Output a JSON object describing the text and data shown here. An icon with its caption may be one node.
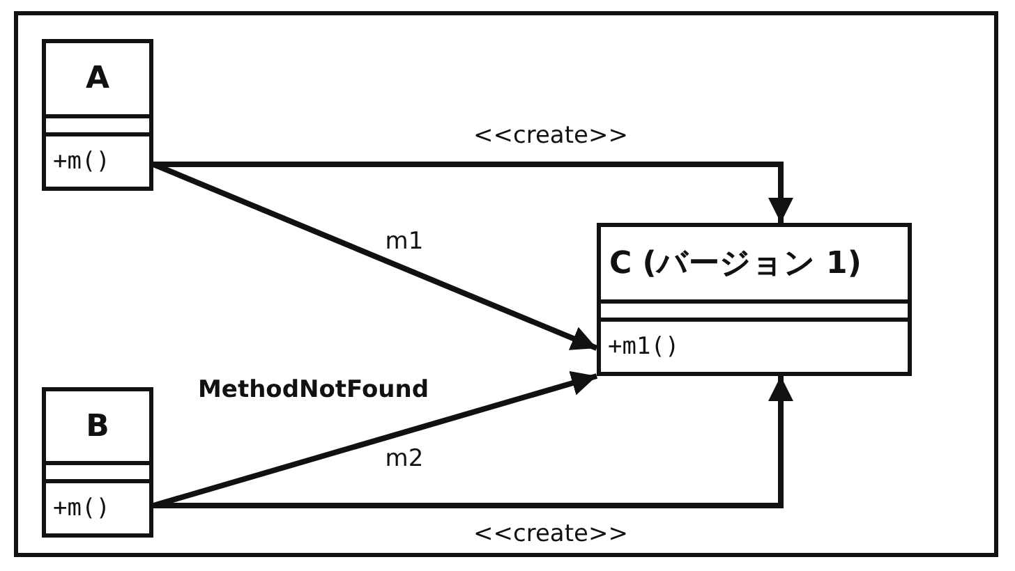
{
  "diagram": {
    "nodes": [
      {
        "text": [
          "A",
          "+m()"
        ]
      },
      {
        "text": [
          "B",
          "+m()"
        ]
      },
      {
        "text": [
          "C (バージョン 1)",
          "+m1()"
        ]
      }
    ],
    "edges": [
      {
        "from": 0,
        "to": 2,
        "arrow": "to",
        "label": "<<create>>"
      },
      {
        "from": 0,
        "to": 2,
        "arrow": "to",
        "label": "m1"
      },
      {
        "from": 1,
        "to": 2,
        "arrow": "to",
        "label": "m2"
      },
      {
        "from": 1,
        "to": 2,
        "arrow": "to",
        "label": "<<create>>"
      }
    ],
    "labels": [
      "MethodNotFound"
    ]
  }
}
